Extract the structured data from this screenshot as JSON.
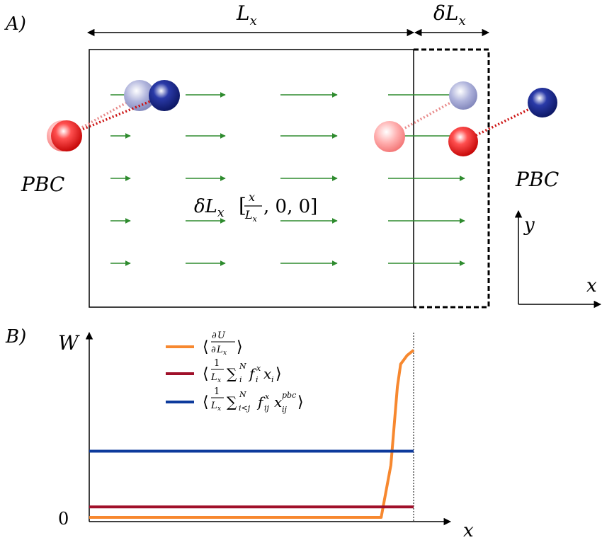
{
  "panel_a": {
    "label": "A)",
    "box_width_label": "L",
    "box_width_sub": "x",
    "strain_label": "δL",
    "strain_sub": "x",
    "pbc_left": "PBC",
    "pbc_right": "PBC",
    "field_label_main": "δL",
    "field_label_sub": "x",
    "field_frac_num": "x",
    "field_frac_den": "L",
    "field_frac_den_sub": "x",
    "field_tail": ", 0, 0]",
    "axis_y": "y",
    "axis_x": "x",
    "colors": {
      "arrow": "#2e8b2e",
      "bond": "#cc1111",
      "red_atom": "#e3161a",
      "blue_atom": "#101f7a",
      "box": "#000000"
    }
  },
  "panel_b": {
    "label": "B)",
    "y_axis_label": "W",
    "y_zero": "0",
    "x_axis_label": "x",
    "legend": [
      {
        "text": "⟨∂U/∂L_x⟩",
        "color": "#f7882f"
      },
      {
        "text": "⟨1/L_x Σ_i^N f_i^x x_i⟩",
        "color": "#a0102a"
      },
      {
        "text": "⟨1/L_x Σ_{i<j}^N f_ij^x x_ij^pbc⟩",
        "color": "#0d3a9c"
      }
    ],
    "chart_data": {
      "type": "line",
      "xlabel": "x",
      "ylabel": "W",
      "ylim": [
        0,
        1
      ],
      "series": [
        {
          "name": "⟨∂U/∂L_x⟩",
          "color": "#f7882f",
          "x": [
            0.0,
            0.9,
            0.93,
            0.95,
            0.96,
            0.98,
            1.0
          ],
          "y": [
            0.0,
            0.0,
            0.3,
            0.75,
            0.88,
            0.93,
            0.96
          ]
        },
        {
          "name": "⟨1/L_x Σ_i^N f_i^x x_i⟩",
          "color": "#a0102a",
          "x": [
            0.0,
            1.0
          ],
          "y": [
            0.06,
            0.06
          ]
        },
        {
          "name": "⟨1/L_x Σ_{i<j}^N f_ij^x x_ij^pbc⟩",
          "color": "#0d3a9c",
          "x": [
            0.0,
            1.0
          ],
          "y": [
            0.38,
            0.38
          ]
        }
      ]
    }
  }
}
